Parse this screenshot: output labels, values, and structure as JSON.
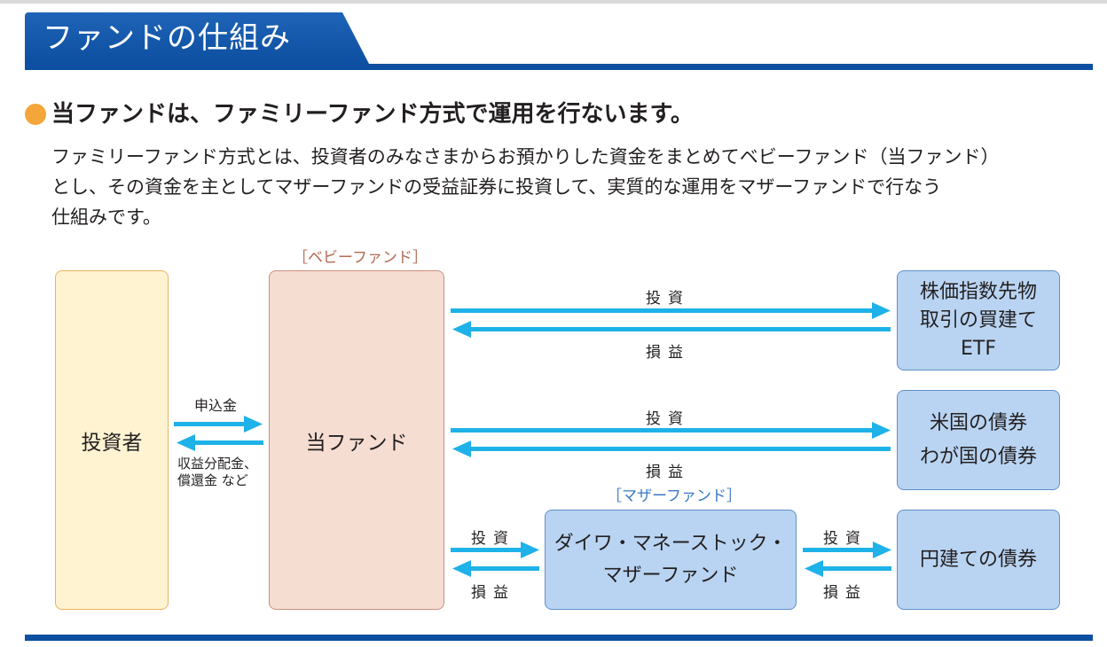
{
  "header": {
    "title": "ファンドの仕組み"
  },
  "lead": {
    "text": "当ファンドは、ファミリーファンド方式で運用を行ないます。"
  },
  "description": {
    "lines": [
      "ファミリーファンド方式とは、投資者のみなさまからお預かりした資金をまとめてベビーファンド（当ファンド）",
      "とし、その資金を主としてマザーファンドの受益証券に投資して、実質的な運用をマザーファンドで行なう",
      "仕組みです。"
    ]
  },
  "diagram": {
    "investor": "投資者",
    "baby_tag": "［ベビーファンド］",
    "baby_fund": "当ファンド",
    "mother_tag": "［マザーファンド］",
    "mother_fund": [
      "ダイワ・マネーストック・",
      "マザーファンド"
    ],
    "futures": [
      "株価指数先物",
      "取引の買建て",
      "ETF"
    ],
    "bonds_foreign": [
      "米国の債券",
      "わが国の債券"
    ],
    "bonds_yen": "円建ての債券",
    "subscription": "申込金",
    "returns": [
      "収益分配金、",
      "償還金 など"
    ],
    "invest": "投資",
    "gain_loss": "損益"
  },
  "colors": {
    "brand_blue": "#0d4fa0",
    "arrow_cyan": "#1eb2e8",
    "investor_fill": "#fff3d2",
    "baby_fill": "#f6ddd2",
    "fund_fill": "#b9d4f2",
    "bullet_orange": "#f5a63a"
  }
}
